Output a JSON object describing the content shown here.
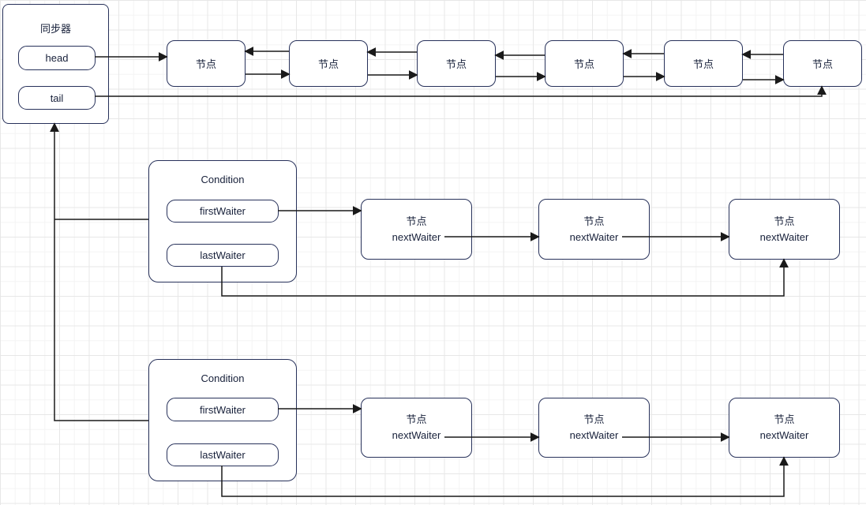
{
  "diagram": {
    "synchronizer": {
      "title": "同步器",
      "head_label": "head",
      "tail_label": "tail"
    },
    "queue": {
      "nodes": [
        {
          "label": "节点"
        },
        {
          "label": "节点"
        },
        {
          "label": "节点"
        },
        {
          "label": "节点"
        },
        {
          "label": "节点"
        },
        {
          "label": "节点"
        }
      ]
    },
    "conditions": [
      {
        "title": "Condition",
        "first_waiter_label": "firstWaiter",
        "last_waiter_label": "lastWaiter",
        "waiters": [
          {
            "label": "节点",
            "pointer_label": "nextWaiter"
          },
          {
            "label": "节点",
            "pointer_label": "nextWaiter"
          },
          {
            "label": "节点",
            "pointer_label": "nextWaiter"
          }
        ]
      },
      {
        "title": "Condition",
        "first_waiter_label": "firstWaiter",
        "last_waiter_label": "lastWaiter",
        "waiters": [
          {
            "label": "节点",
            "pointer_label": "nextWaiter"
          },
          {
            "label": "节点",
            "pointer_label": "nextWaiter"
          },
          {
            "label": "节点",
            "pointer_label": "nextWaiter"
          }
        ]
      }
    ],
    "colors": {
      "shape_stroke": "#27315a",
      "connector": "#1a1a1a",
      "text": "#17203a",
      "canvas_background": "#ffffff",
      "grid_minor": "#f4f4f4",
      "grid_major": "#e7e7e7"
    }
  }
}
